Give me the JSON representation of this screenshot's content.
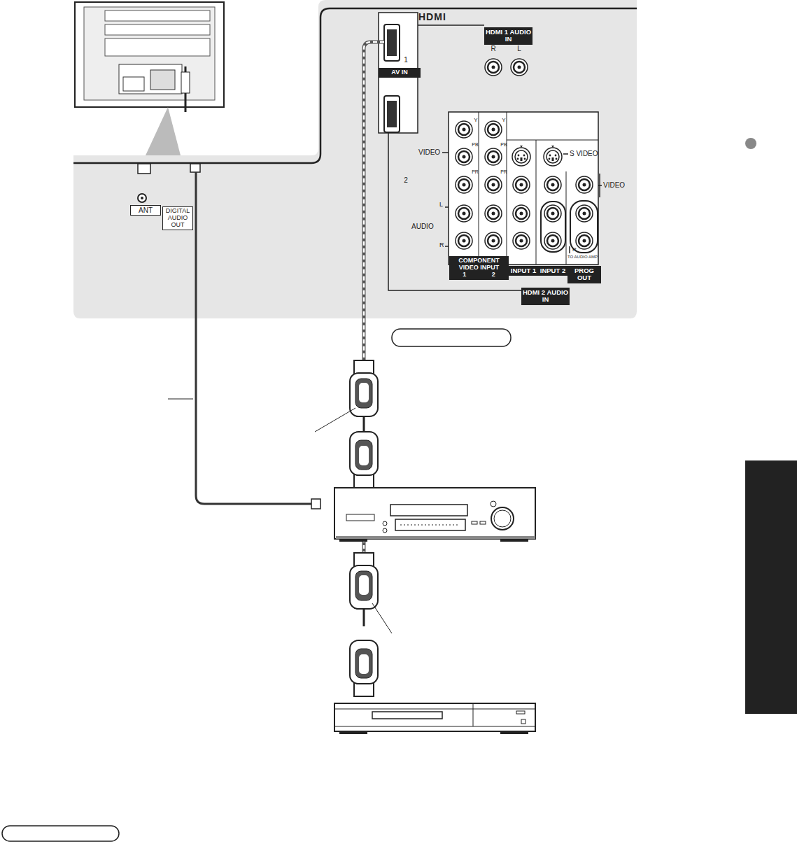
{
  "diagram": {
    "nodes": [
      {
        "text": [
          "HDMI 1 AUDIO IN"
        ]
      },
      {
        "text": [
          "AV IN"
        ]
      },
      {
        "text": [
          "COMPONENT VIDEO INPUT",
          "1",
          "2"
        ]
      },
      {
        "text": [
          "INPUT 1"
        ]
      },
      {
        "text": [
          "INPUT 2"
        ]
      },
      {
        "text": [
          "PROG OUT"
        ]
      },
      {
        "text": [
          "HDMI 2 AUDIO IN"
        ]
      },
      {
        "text": [
          "ANT"
        ]
      },
      {
        "text": [
          "DIGITAL AUDIO OUT"
        ]
      }
    ],
    "labels": [
      "HDMI",
      "R",
      "L",
      "1",
      "2",
      "Y",
      "PB",
      "PR",
      "Y",
      "PB",
      "PR",
      "VIDEO",
      "S VIDEO",
      "VIDEO",
      "AUDIO",
      "L",
      "R",
      "R",
      "TO AUDIO AMP"
    ]
  }
}
